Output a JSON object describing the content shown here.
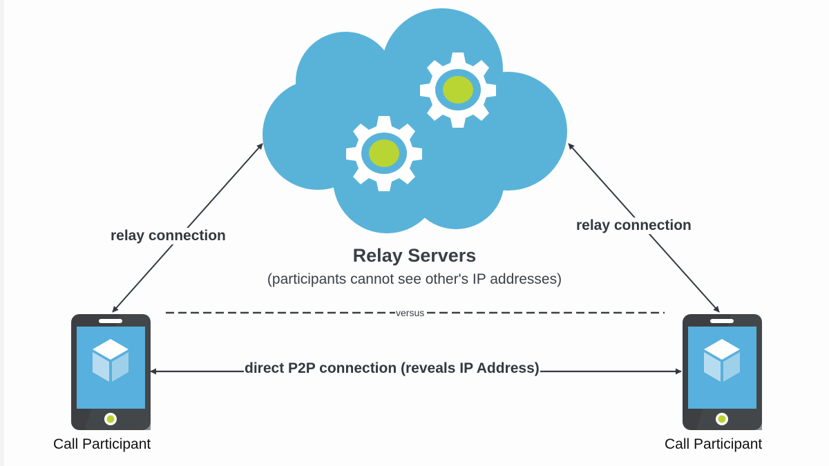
{
  "diagram": {
    "cloud": {
      "title": "Relay Servers",
      "subtitle": "(participants cannot see other's IP addresses)",
      "icon": "cloud-gears-icon"
    },
    "edges": {
      "left_relay": "relay connection",
      "right_relay": "relay connection",
      "separator": "versus",
      "direct": "direct P2P connection (reveals IP Address)"
    },
    "participants": [
      {
        "label": "Call Participant",
        "icon": "smartphone-icon"
      },
      {
        "label": "Call Participant",
        "icon": "smartphone-icon"
      }
    ]
  },
  "colors": {
    "cloud": "#59b3d9",
    "gear": "#ffffff",
    "gear_center": "#b9d534",
    "phone_body": "#3d3f42",
    "phone_screen": "#57b0dd",
    "line": "#323843"
  }
}
